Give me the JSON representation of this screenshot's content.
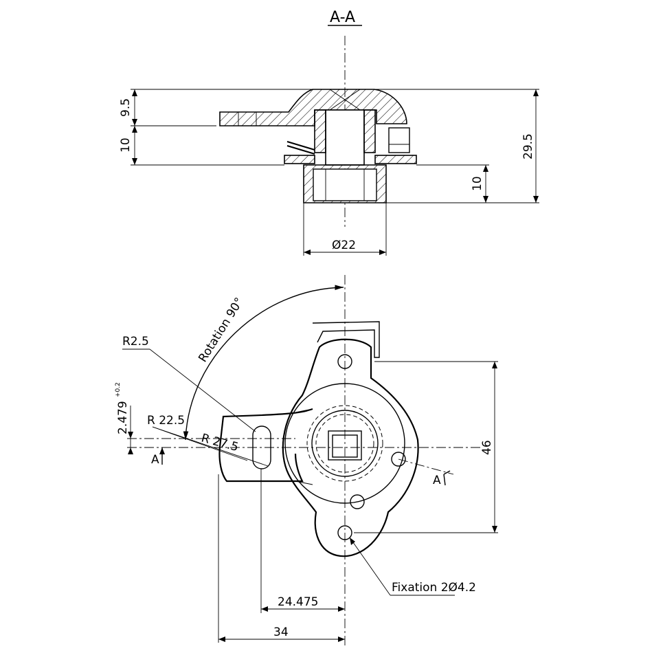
{
  "section_label": "A-A",
  "dimensions": {
    "d_9_5": "9.5",
    "d_10_left": "10",
    "d_29_5": "29.5",
    "d_10_right": "10",
    "d_dia22": "Ø22",
    "d_46": "46",
    "d_24475": "24.475",
    "d_34": "34",
    "d_2479": "2.479",
    "d_2479_tol": "+0.2",
    "r_2_5": "R2.5",
    "r_22_5": "R 22.5",
    "r_27_5": "R 27.5"
  },
  "annotations": {
    "rotation": "Rotation 90°",
    "fixation": "Fixation 2Ø4.2",
    "section_marker_left": "A",
    "section_marker_right": "A"
  }
}
